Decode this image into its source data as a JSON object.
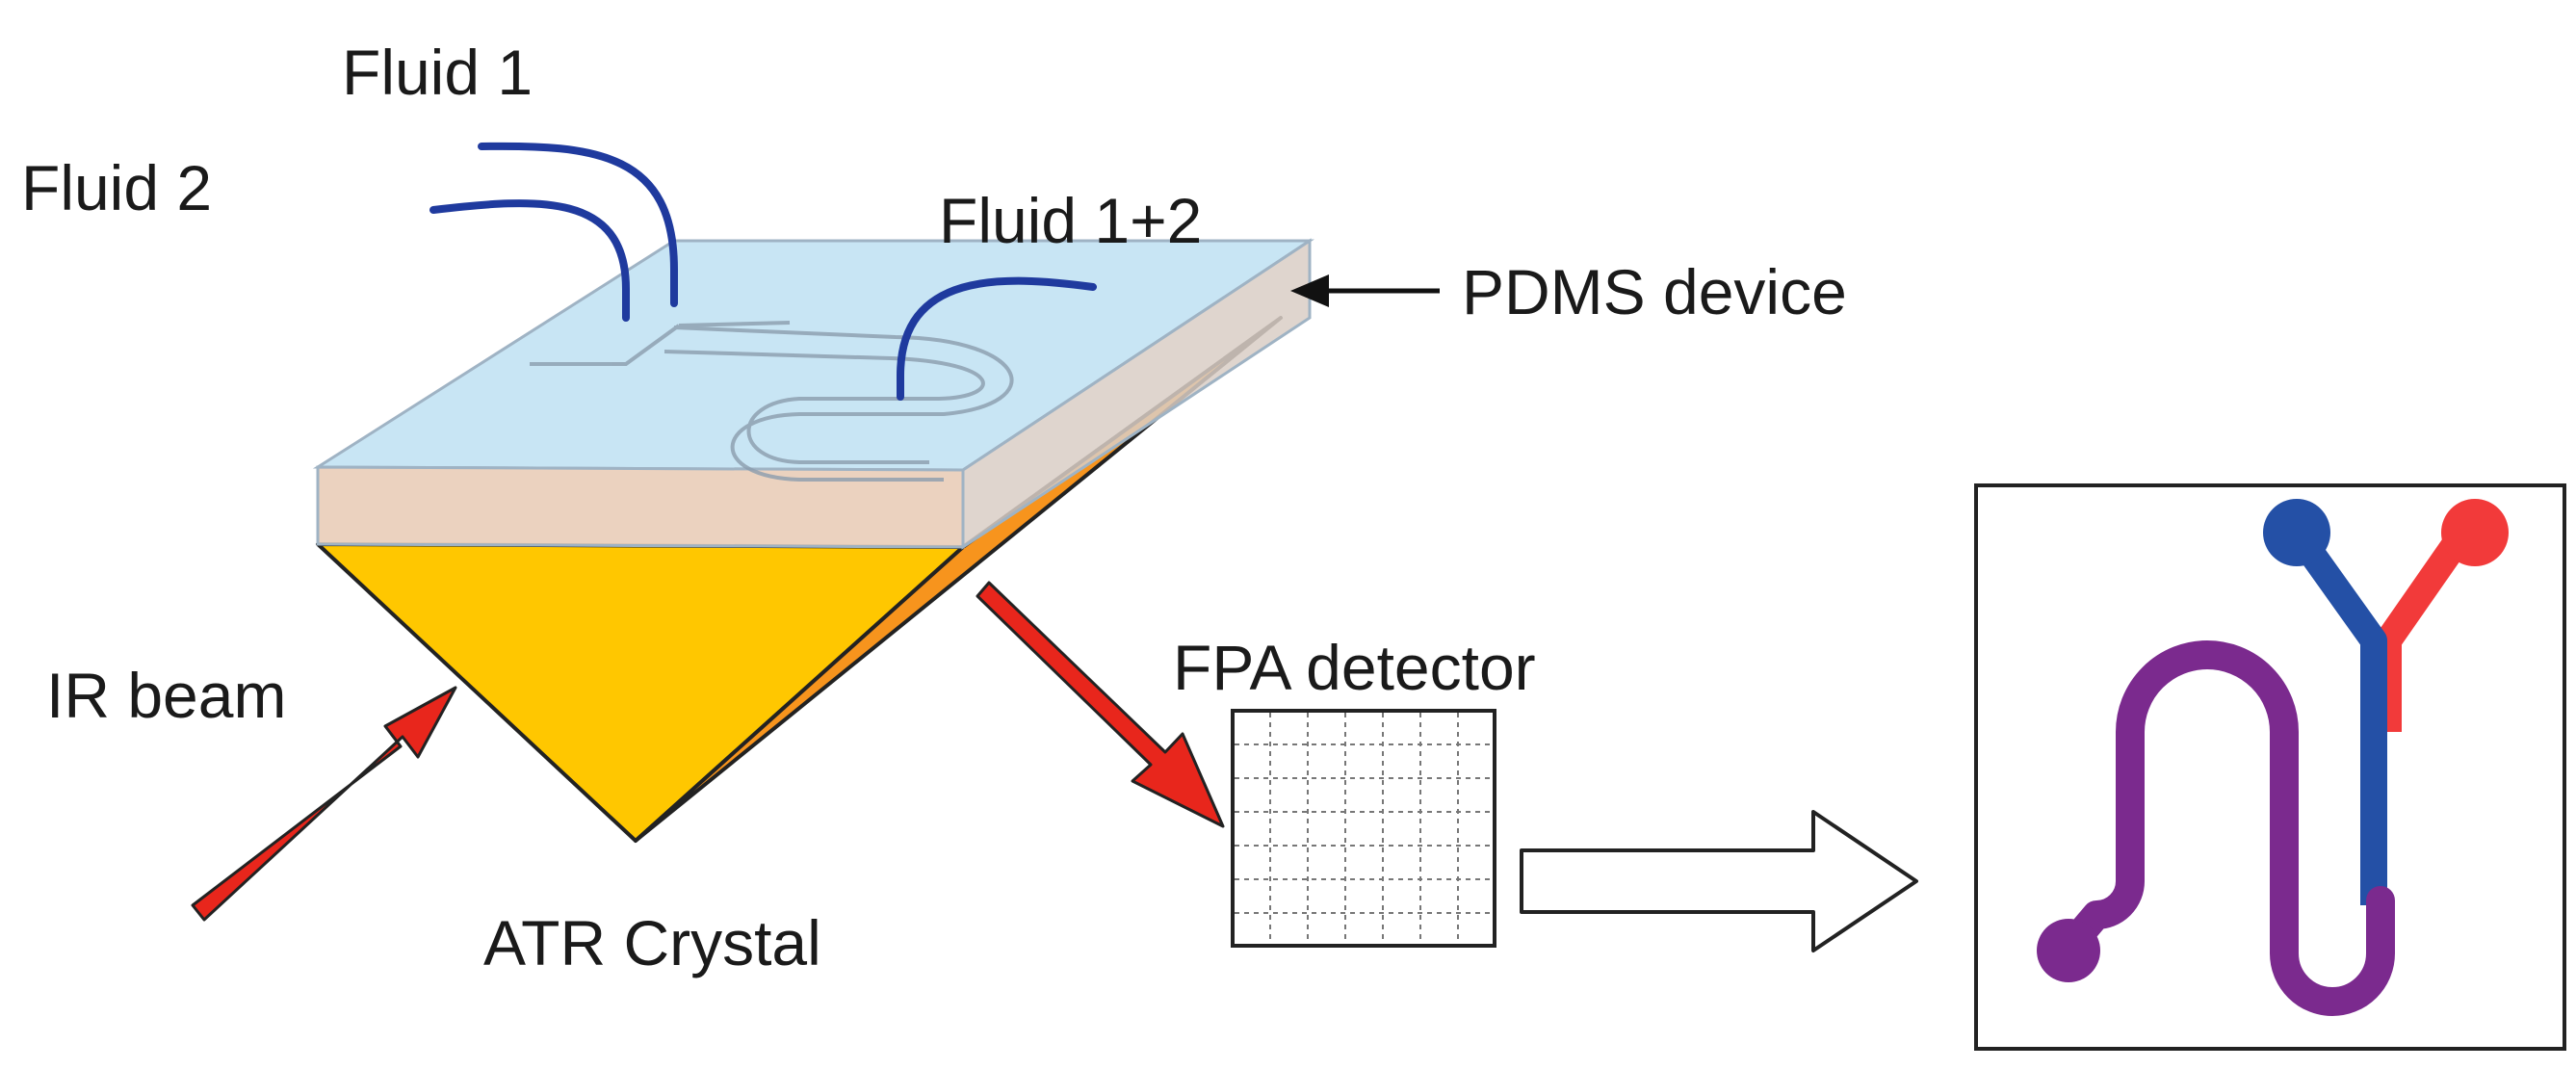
{
  "labels": {
    "fluid1": "Fluid 1",
    "fluid2": "Fluid 2",
    "fluid12": "Fluid 1+2",
    "pdms": "PDMS device",
    "ir_beam": "IR beam",
    "fpa": "FPA detector",
    "atr": "ATR Crystal"
  },
  "colors": {
    "crystal_front": "#FFC700",
    "crystal_side": "#F7941D",
    "pdms_top": "#BEE0F2",
    "pdms_front": "#E9CDB8",
    "tubing": "#1F3A9E",
    "arrow_red": "#E8261C",
    "channel_blue": "#2450A6",
    "channel_red": "#F23A3A",
    "channel_purple": "#7B2A8E"
  },
  "icons": {
    "input_arrow": "red-arrow-icon",
    "output_arrow": "red-arrow-icon",
    "flow_arrow": "hollow-arrow-icon",
    "pointer_arrow": "black-arrow-icon"
  }
}
